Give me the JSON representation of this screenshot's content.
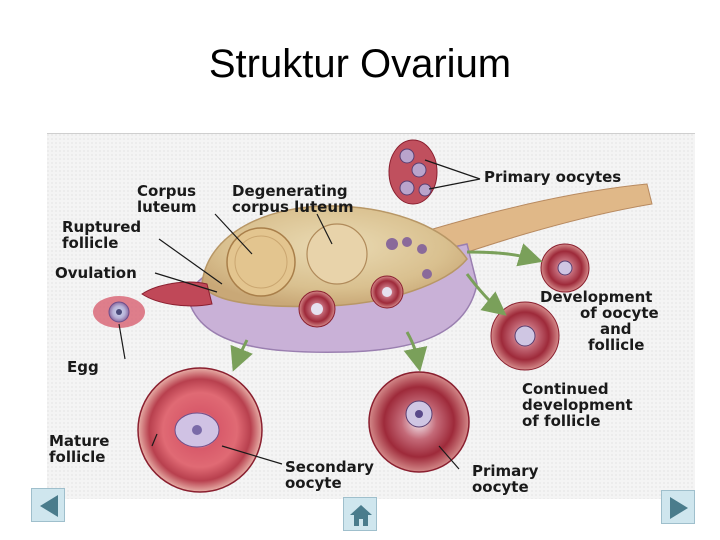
{
  "slide": {
    "title": "Struktur Ovarium"
  },
  "diagram": {
    "labels": {
      "corpus_luteum_1": "Corpus",
      "corpus_luteum_2": "luteum",
      "degenerating_1": "Degenerating",
      "degenerating_2": "corpus luteum",
      "ruptured_1": "Ruptured",
      "ruptured_2": "follicle",
      "ovulation": "Ovulation",
      "egg": "Egg",
      "mature_1": "Mature",
      "mature_2": "follicle",
      "secondary_1": "Secondary",
      "secondary_2": "oocyte",
      "primary_oocyte_1": "Primary",
      "primary_oocyte_2": "oocyte",
      "primary_oocytes": "Primary oocytes",
      "development_1": "Development",
      "development_2": "of oocyte",
      "development_3": "and",
      "development_4": "follicle",
      "continued_1": "Continued",
      "continued_2": "development",
      "continued_3": "of follicle"
    }
  },
  "nav": {
    "prev_icon": "triangle-left-icon",
    "home_icon": "home-icon",
    "next_icon": "triangle-right-icon"
  }
}
